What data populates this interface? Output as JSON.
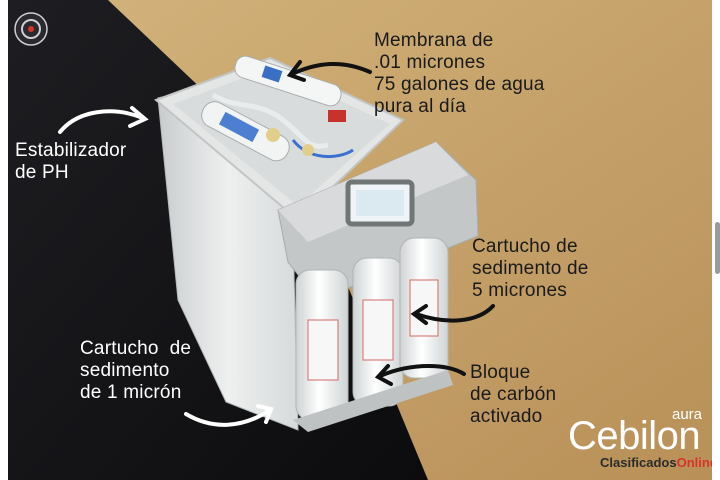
{
  "labels": {
    "membrana": "Membrana de\n.01 micrones\n75 galones de agua\npura al día",
    "estabilizador": "Estabilizador\nde PH",
    "cartucho_5": "Cartucho de\nsedimento de\n5 micrones",
    "cartucho_1": "Cartucho  de\nsedimento\nde 1 micrón",
    "bloque": "Bloque\nde carbón\nactivado"
  },
  "brand": {
    "name": "Cebilon",
    "sub": "aura"
  },
  "watermark": {
    "part1": "Clasificados",
    "part2": "Online"
  },
  "colors": {
    "dark_bg": "#17171a",
    "gold_bg": "#c8a46c",
    "arrow_dark": "#111111",
    "arrow_light": "#ffffff"
  }
}
